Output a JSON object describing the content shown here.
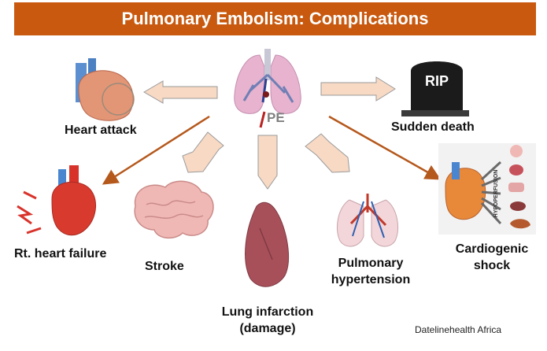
{
  "title": "Pulmonary Embolism: Complications",
  "center": {
    "tag": "PE"
  },
  "headstone": {
    "text": "RIP"
  },
  "shock_text": "HYPOPERFUSION",
  "complications": {
    "heart_attack": "Heart attack",
    "sudden_death": "Sudden death",
    "right_heart_failure": "Rt. heart failure",
    "stroke": "Stroke",
    "lung_infarction_line1": "Lung infarction",
    "lung_infarction_line2": "(damage)",
    "pulmonary_hypertension_line1": "Pulmonary",
    "pulmonary_hypertension_line2": "hypertension",
    "cardiogenic_shock_line1": "Cardiogenic",
    "cardiogenic_shock_line2": "shock"
  },
  "credit": "Datelinehealth Africa",
  "colors": {
    "banner": "#c8590f",
    "arrow_fill": "#f7d9c4",
    "arrow_stroke": "#9a9a9a",
    "line_arrow": "#b5581c"
  }
}
